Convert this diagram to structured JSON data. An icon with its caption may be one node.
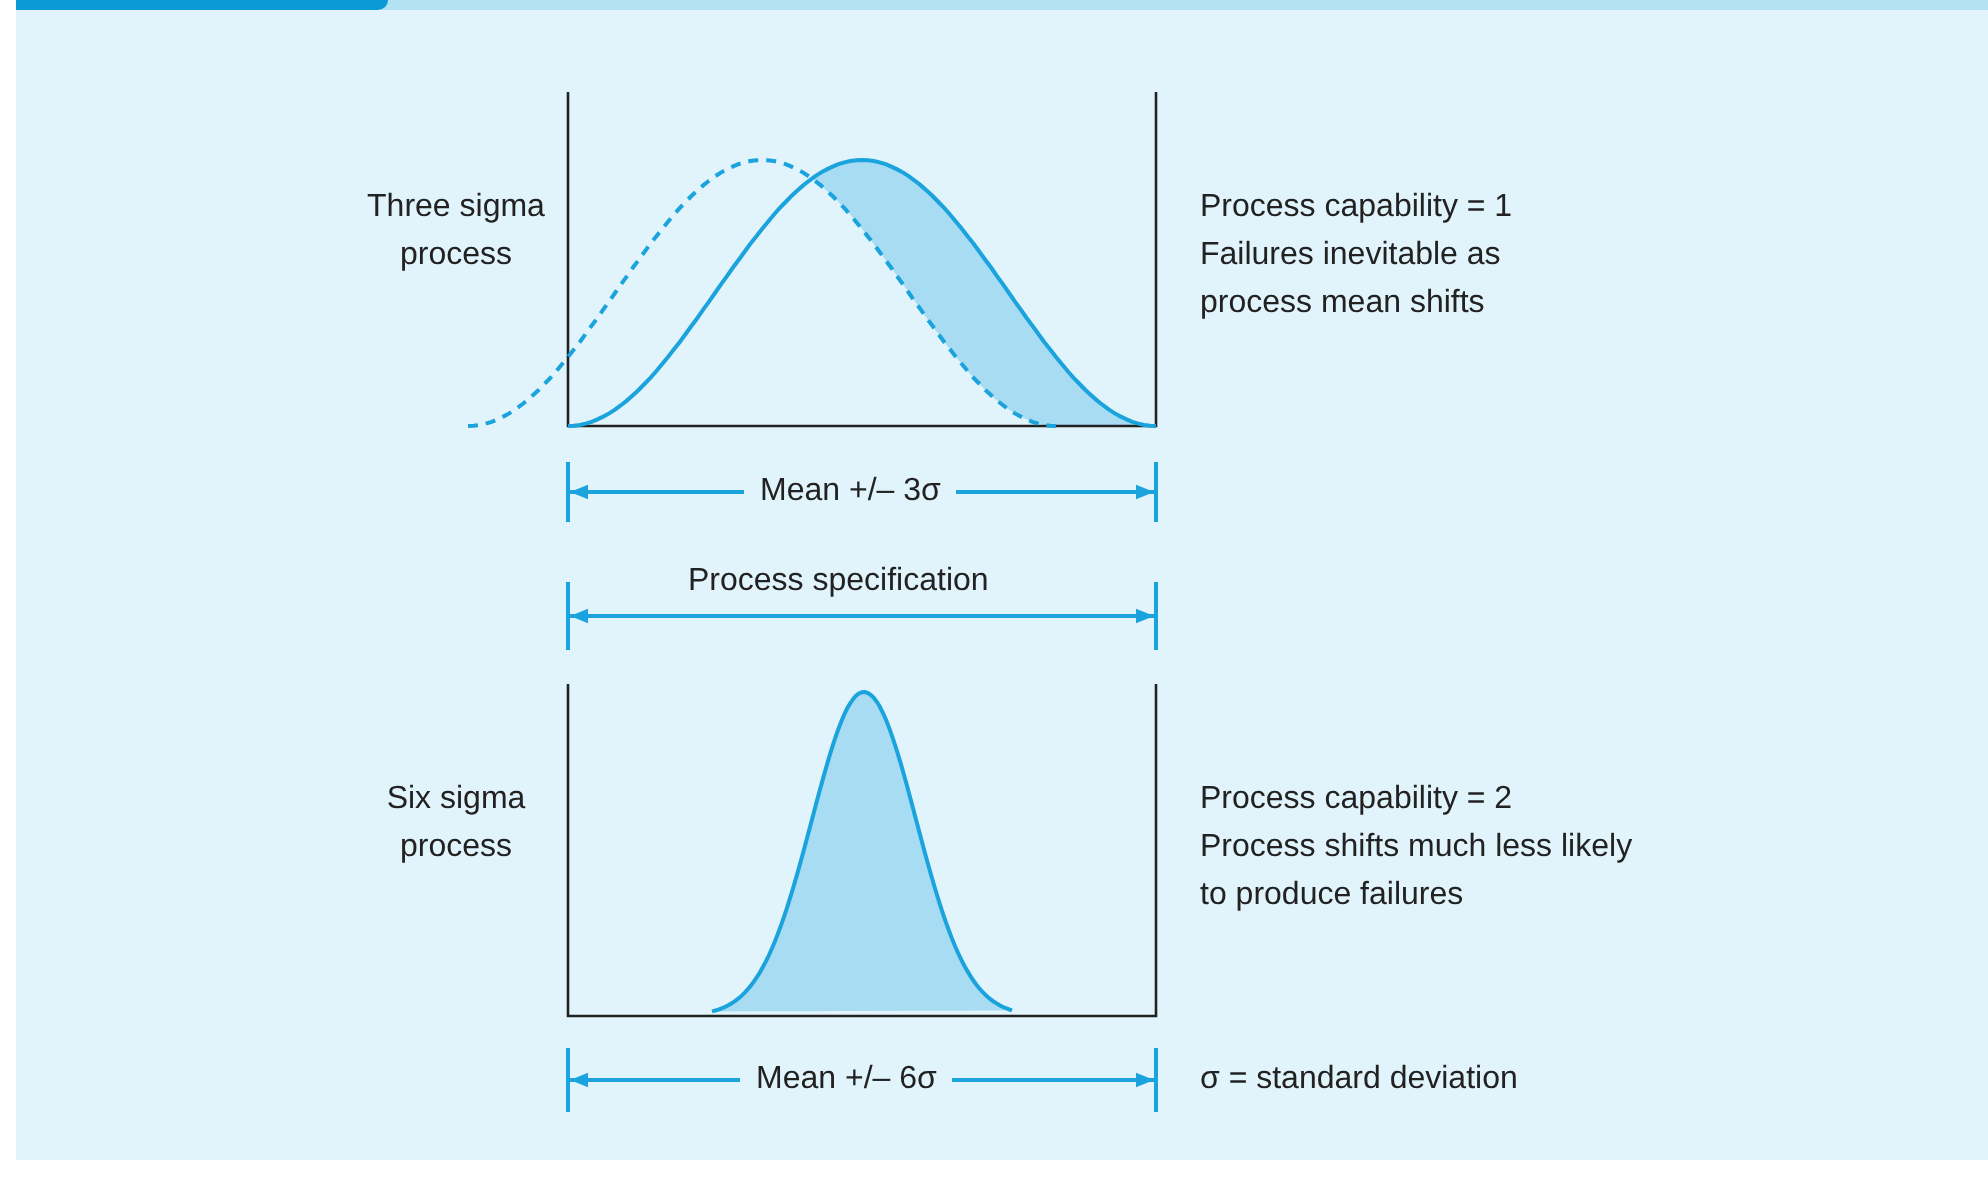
{
  "diagram": {
    "labels": [
      "Three sigma process",
      "Process capability = 1",
      "Failures inevitable as process mean shifts",
      "Mean +/– 3σ",
      "Process specification",
      "Six sigma process",
      "Process capability = 2",
      "Process shifts much less likely to produce failures",
      "Mean +/– 6σ",
      "σ = standard deviation"
    ]
  }
}
